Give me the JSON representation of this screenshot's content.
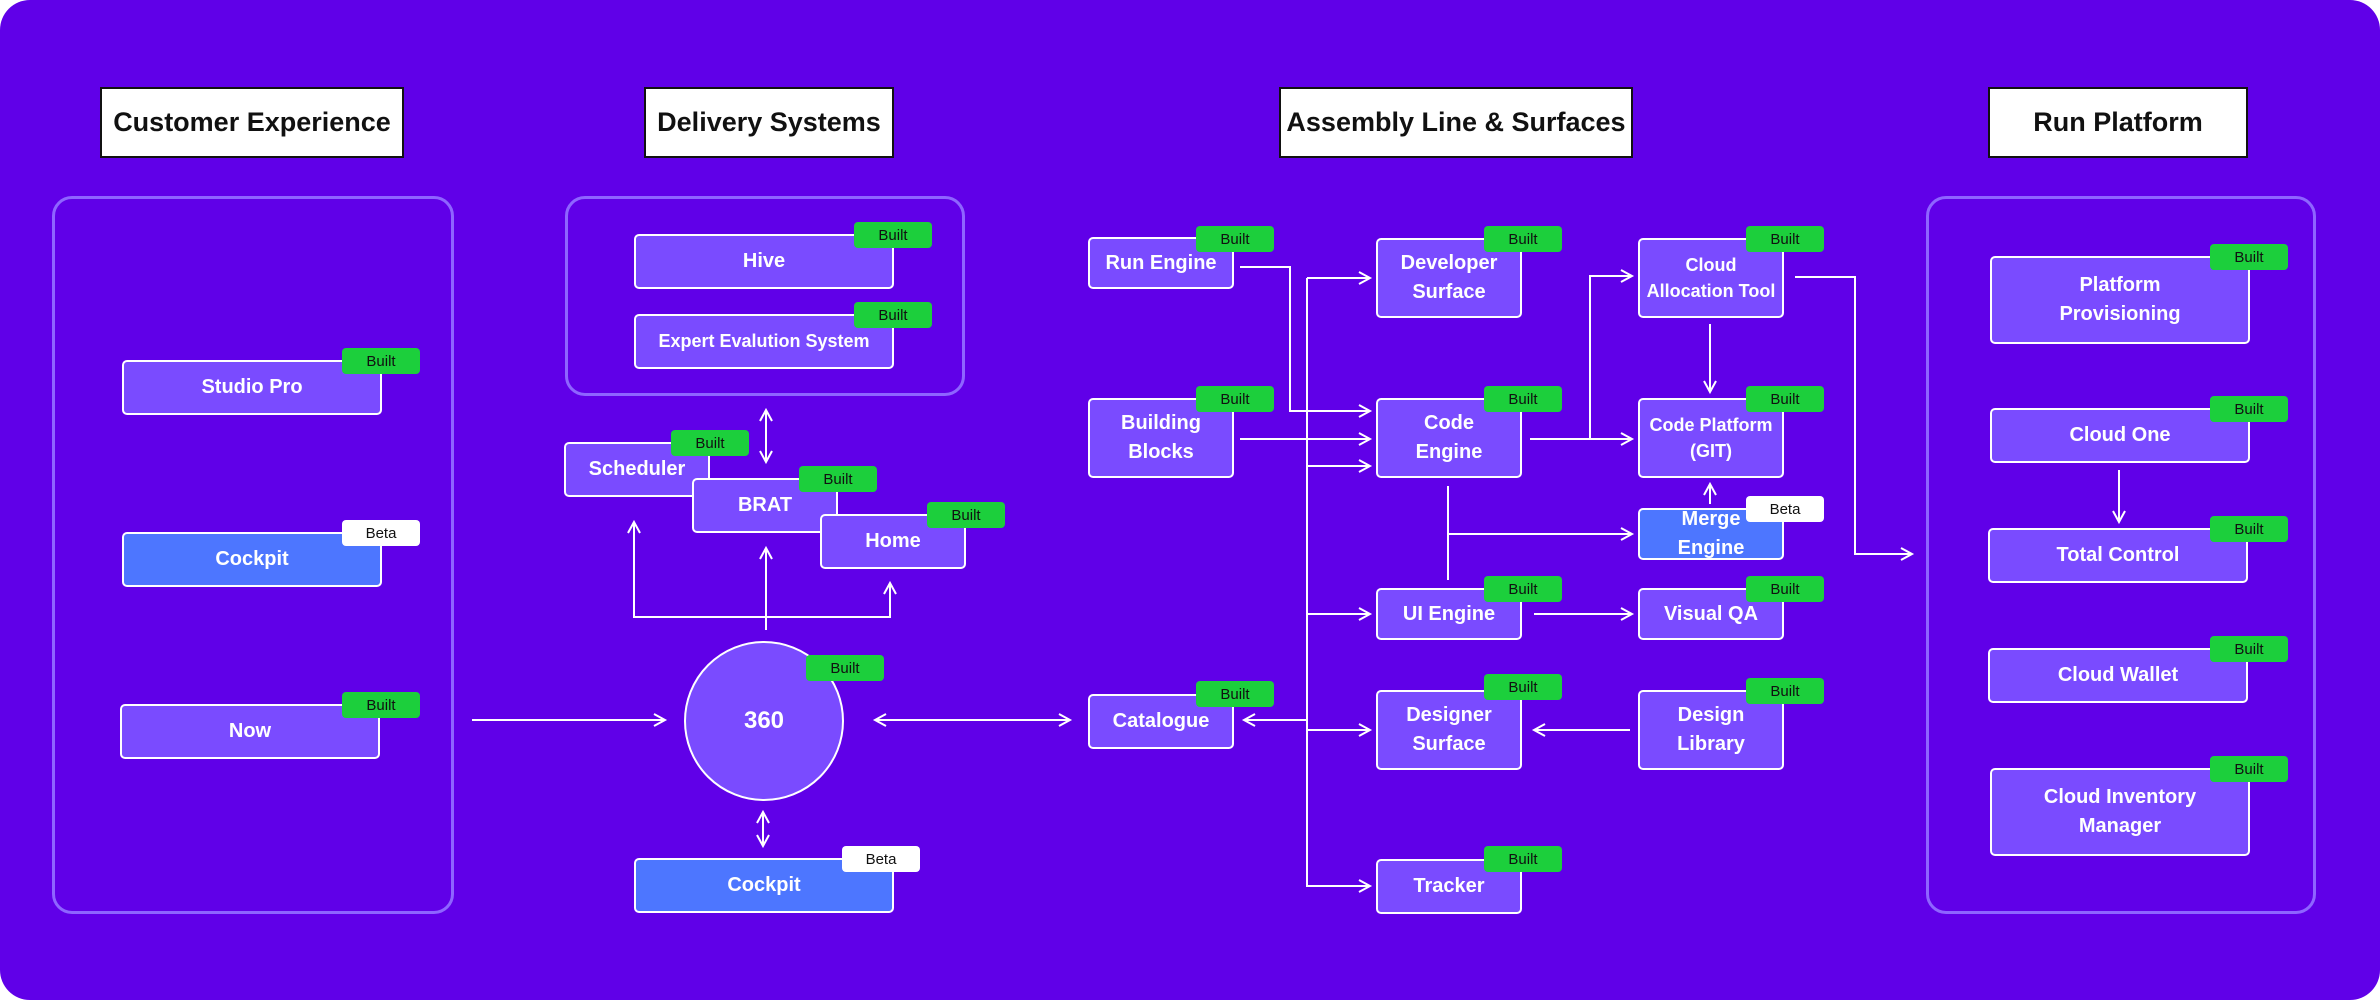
{
  "colors": {
    "background": "#6000e8",
    "node": "#7a4bff",
    "node_blue": "#4d76ff",
    "built": "#1ccf3c",
    "beta": "#ffffff",
    "panel_border": "#8e65ff"
  },
  "columns": {
    "customer": "Customer Experience",
    "delivery": "Delivery Systems",
    "assembly": "Assembly Line & Surfaces",
    "run": "Run Platform"
  },
  "nodes": {
    "studio_pro": {
      "label": "Studio Pro",
      "badge": "Built"
    },
    "cockpit_cx": {
      "label": "Cockpit",
      "badge": "Beta"
    },
    "now": {
      "label": "Now",
      "badge": "Built"
    },
    "hive": {
      "label": "Hive",
      "badge": "Built"
    },
    "expert_eval": {
      "label": "Expert Evalution System",
      "badge": "Built"
    },
    "scheduler": {
      "label": "Scheduler",
      "badge": "Built"
    },
    "brat": {
      "label": "BRAT",
      "badge": "Built"
    },
    "home": {
      "label": "Home",
      "badge": "Built"
    },
    "three60": {
      "label": "360",
      "badge": "Built"
    },
    "cockpit_ds": {
      "label": "Cockpit",
      "badge": "Beta"
    },
    "run_engine": {
      "label": "Run Engine",
      "badge": "Built"
    },
    "building_blocks": {
      "label1": "Building",
      "label2": "Blocks",
      "badge": "Built"
    },
    "catalogue": {
      "label": "Catalogue",
      "badge": "Built"
    },
    "developer_surface": {
      "label1": "Developer",
      "label2": "Surface",
      "badge": "Built"
    },
    "code_engine": {
      "label1": "Code",
      "label2": "Engine",
      "badge": "Built"
    },
    "ui_engine": {
      "label": "UI Engine",
      "badge": "Built"
    },
    "designer_surface": {
      "label1": "Designer",
      "label2": "Surface",
      "badge": "Built"
    },
    "tracker": {
      "label": "Tracker",
      "badge": "Built"
    },
    "cloud_allocation": {
      "label1": "Cloud",
      "label2": "Allocation Tool",
      "badge": "Built"
    },
    "code_platform": {
      "label1": "Code Platform",
      "label2": "(GIT)",
      "badge": "Built"
    },
    "merge_engine": {
      "label": "Merge Engine",
      "badge": "Beta"
    },
    "visual_qa": {
      "label": "Visual QA",
      "badge": "Built"
    },
    "design_library": {
      "label1": "Design",
      "label2": "Library",
      "badge": "Built"
    },
    "platform_provisioning": {
      "label1": "Platform",
      "label2": "Provisioning",
      "badge": "Built"
    },
    "cloud_one": {
      "label": "Cloud One",
      "badge": "Built"
    },
    "total_control": {
      "label": "Total Control",
      "badge": "Built"
    },
    "cloud_wallet": {
      "label": "Cloud Wallet",
      "badge": "Built"
    },
    "cloud_inventory": {
      "label1": "Cloud Inventory",
      "label2": "Manager",
      "badge": "Built"
    }
  }
}
